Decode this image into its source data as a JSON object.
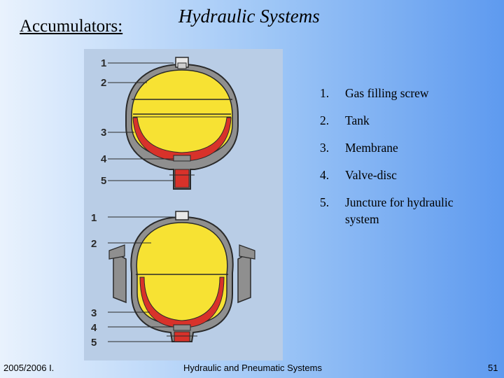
{
  "header": {
    "section": "Accumulators:",
    "title": "Hydraulic Systems"
  },
  "figure": {
    "top_labels": [
      "1",
      "2",
      "3",
      "4",
      "5"
    ],
    "bottom_labels": [
      "1",
      "2",
      "3",
      "4",
      "5"
    ],
    "colors": {
      "background": "#b9cde6",
      "gas": "#f7e233",
      "membrane": "#d8322a",
      "shell": "#8f8f8f",
      "outline": "#2a2a2a"
    }
  },
  "parts": [
    {
      "num": "1.",
      "label": "Gas filling screw"
    },
    {
      "num": "2.",
      "label": "Tank"
    },
    {
      "num": "3.",
      "label": "Membrane"
    },
    {
      "num": "4.",
      "label": "Valve-disc"
    },
    {
      "num": "5.",
      "label": "Juncture for hydraulic system"
    }
  ],
  "footer": {
    "left": "2005/2006 I.",
    "center": "Hydraulic and Pneumatic Systems",
    "page": "51"
  }
}
